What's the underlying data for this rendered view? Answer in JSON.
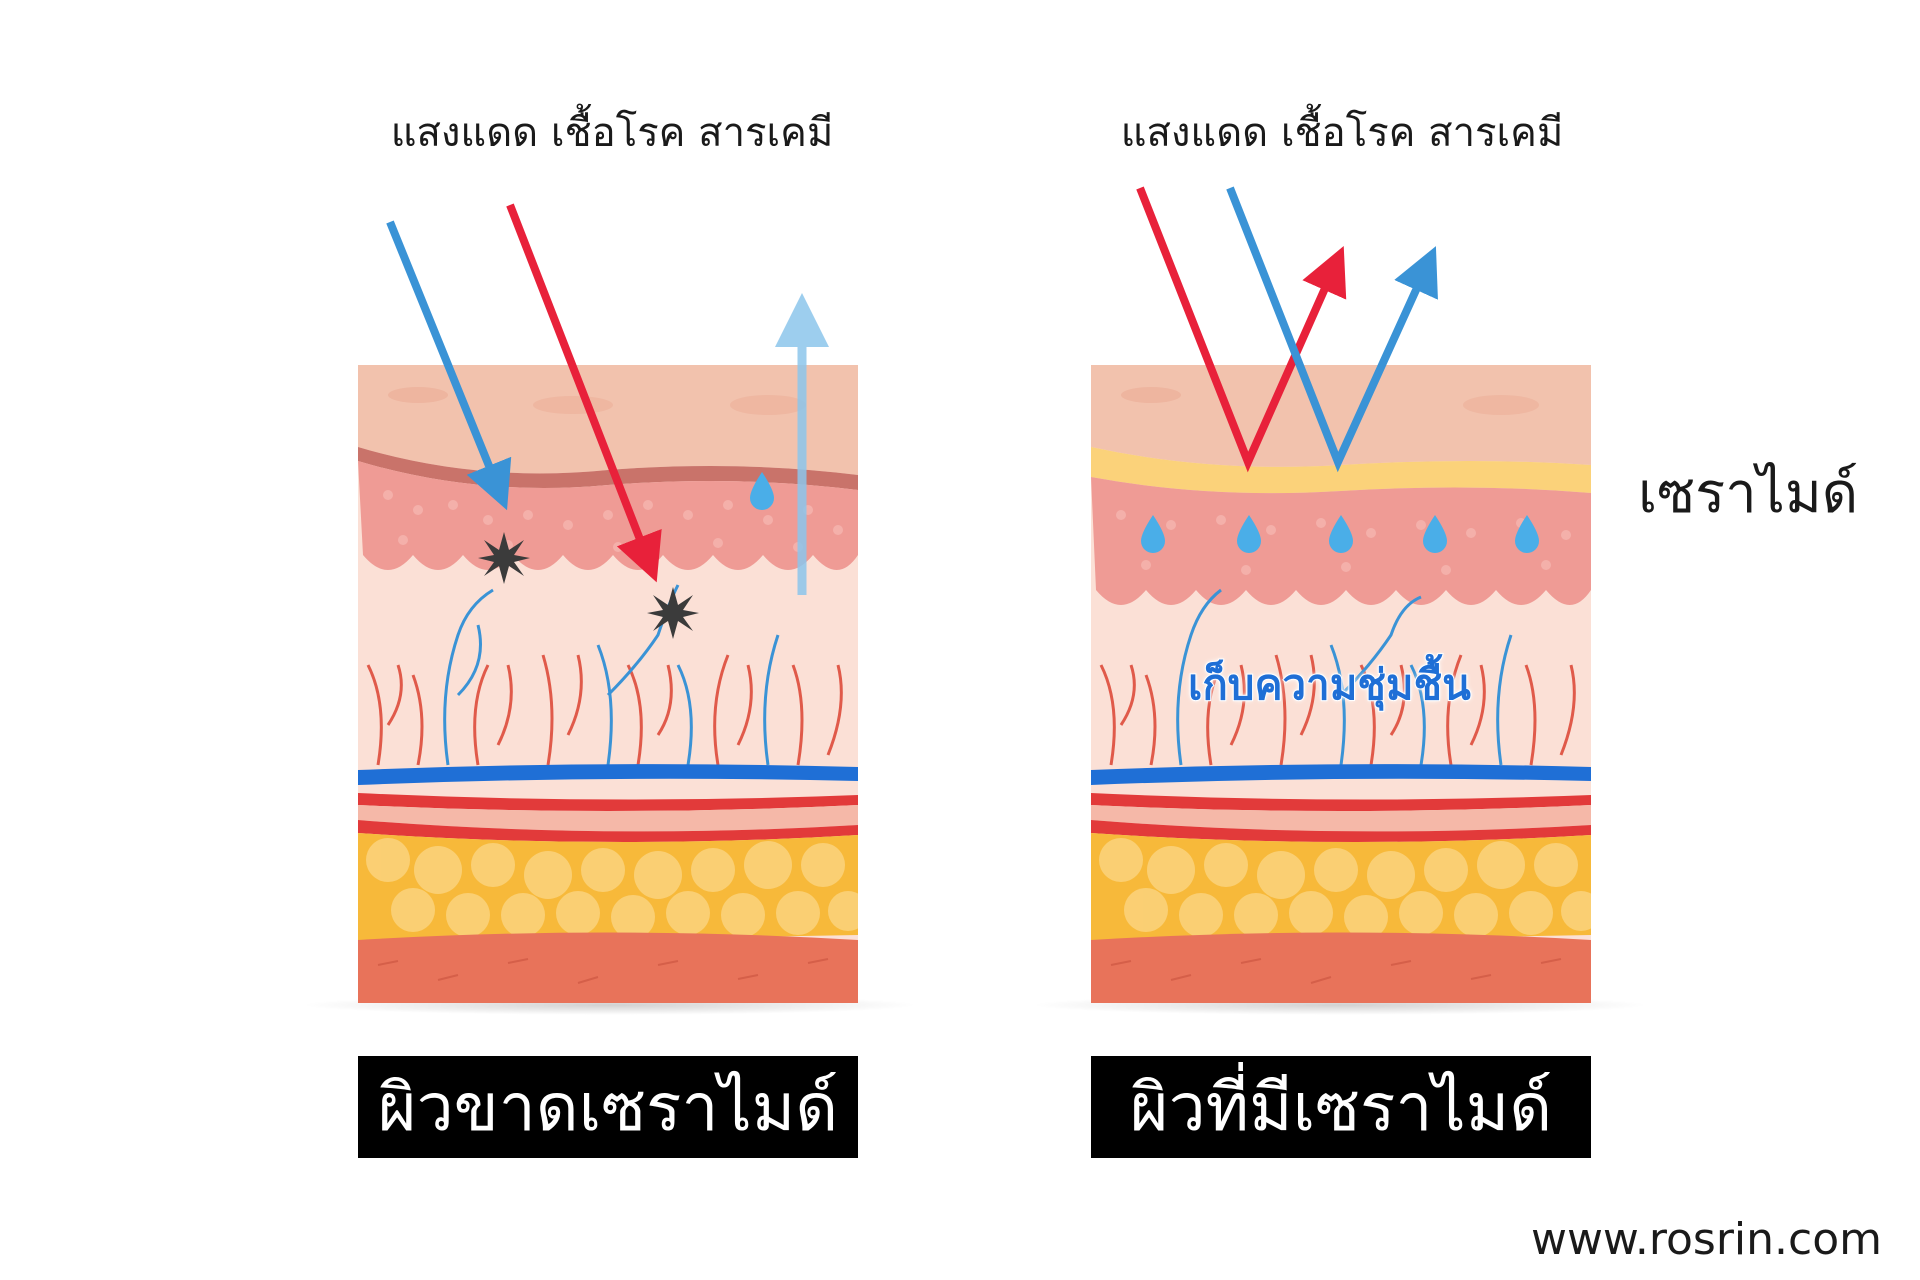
{
  "labels": {
    "threats_left": "แสงแดด เชื้อโรค สารเคมี",
    "threats_right": "แสงแดด เชื้อโรค สารเคมี",
    "ceramide": "เซราไมด์",
    "moisture": "เก็บความชุ่มชื้น",
    "caption_left": "ผิวขาดเซราไมด์",
    "caption_right": "ผิวที่มีเซราไมด์",
    "website": "www.rosrin.com"
  },
  "colors": {
    "red_arrow": "#e8213a",
    "blue_arrow": "#3a93d6",
    "light_blue_arrow": "#8cc6ec",
    "epidermis_top": "#f2c2ad",
    "epidermis_pink": "#ef9b95",
    "dermis": "#fbe0d6",
    "ceramide_layer": "#fbd27a",
    "fat": "#f7b93a",
    "muscle": "#e8735a",
    "vein": "#1f6fd6",
    "artery": "#e23a3a",
    "water_drop": "#4aaee8",
    "caption_bg": "#000000",
    "caption_text": "#ffffff"
  },
  "icons": [
    "damage-spark-icon",
    "water-drop-icon"
  ]
}
